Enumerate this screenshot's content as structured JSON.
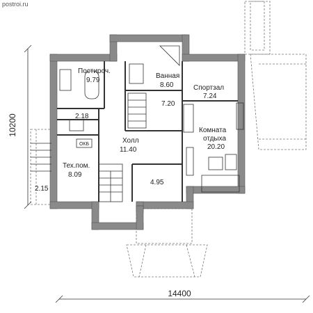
{
  "site": "postroi.ru",
  "dimensions": {
    "width": "14400",
    "height": "10200"
  },
  "rooms": {
    "storage": {
      "name": "Постироч.",
      "area": "9.79"
    },
    "bath": {
      "name": "Ванная",
      "area": "8.60"
    },
    "sauna": {
      "area": "7.20"
    },
    "gym": {
      "name": "Спортзал",
      "area": "7.24"
    },
    "wc": {
      "area": "2.18"
    },
    "hall": {
      "name": "Холл",
      "area": "11.40"
    },
    "tech": {
      "name": "Тех.пом.",
      "area": "8.09"
    },
    "rest": {
      "name1": "Комната",
      "name2": "отдыха",
      "area": "20.20"
    },
    "closet": {
      "area": "4.95"
    },
    "stair_out": {
      "area": "2.15"
    }
  },
  "boiler_label": "ОКБ",
  "colors": {
    "wall": "#8a8a8a",
    "line": "#333333",
    "dashed": "#777777"
  }
}
